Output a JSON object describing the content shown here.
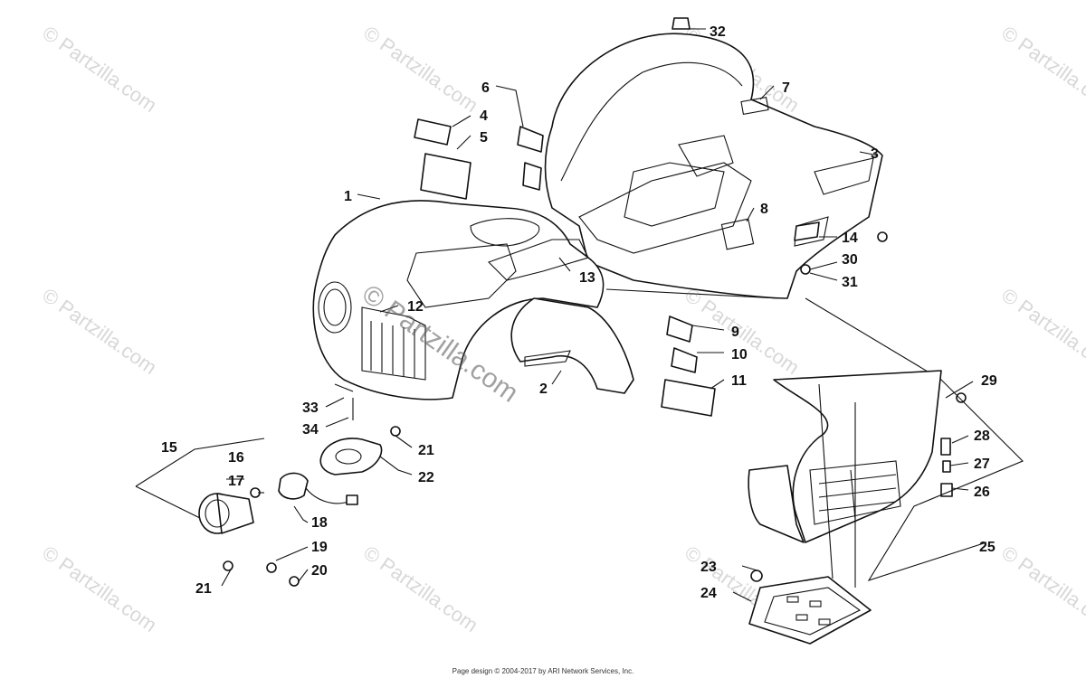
{
  "watermark": {
    "text": "© Partzilla.com",
    "center_text": "© Partzilla.com"
  },
  "callouts": [
    "1",
    "2",
    "3",
    "4",
    "5",
    "6",
    "7",
    "8",
    "9",
    "10",
    "11",
    "12",
    "13",
    "14",
    "15",
    "16",
    "17",
    "18",
    "19",
    "20",
    "21",
    "21",
    "22",
    "23",
    "24",
    "25",
    "26",
    "27",
    "28",
    "29",
    "30",
    "31",
    "32",
    "33",
    "34"
  ],
  "footer": "Page design © 2004-2017 by ARI Network Services, Inc.",
  "colors": {
    "line": "#111111",
    "background": "#ffffff",
    "watermark": "#d8d8d8"
  }
}
